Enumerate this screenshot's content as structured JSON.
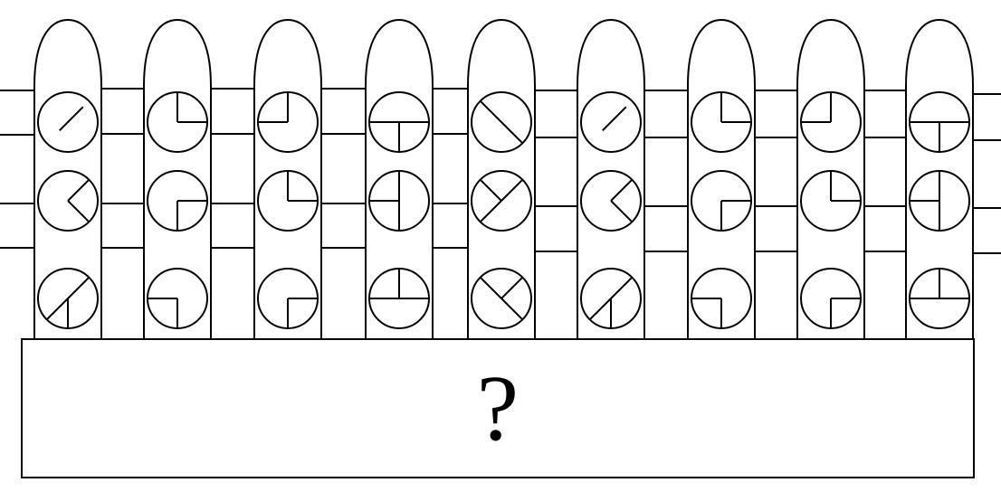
{
  "puzzle": {
    "answer_box": {
      "label": "?"
    },
    "posts": [
      {
        "symbols": [
          [
            "ne"
          ],
          [
            "ne",
            "se"
          ],
          [
            "ne",
            "s",
            "sw"
          ]
        ]
      },
      {
        "symbols": [
          [
            "n",
            "e"
          ],
          [
            "e",
            "s"
          ],
          [
            "w",
            "s"
          ]
        ]
      },
      {
        "symbols": [
          [
            "n",
            "w"
          ],
          [
            "n",
            "e"
          ],
          [
            "e",
            "s"
          ]
        ]
      },
      {
        "symbols": [
          [
            "w",
            "e",
            "s"
          ],
          [
            "n",
            "w",
            "s"
          ],
          [
            "n",
            "w",
            "e"
          ]
        ]
      },
      {
        "symbols": [
          [
            "nw",
            "se"
          ],
          [
            "nw",
            "ne",
            "sw"
          ],
          [
            "nw",
            "ne",
            "se"
          ]
        ]
      },
      {
        "symbols": [
          [
            "ne"
          ],
          [
            "ne",
            "se"
          ],
          [
            "ne",
            "s",
            "sw"
          ]
        ]
      },
      {
        "symbols": [
          [
            "n",
            "e"
          ],
          [
            "e",
            "s"
          ],
          [
            "w",
            "s"
          ]
        ]
      },
      {
        "symbols": [
          [
            "n",
            "w"
          ],
          [
            "n",
            "e"
          ],
          [
            "e",
            "s"
          ]
        ]
      },
      {
        "symbols": [
          [
            "w",
            "e",
            "s"
          ],
          [
            "n",
            "w",
            "s"
          ],
          [
            "n",
            "w",
            "e"
          ]
        ]
      }
    ]
  }
}
